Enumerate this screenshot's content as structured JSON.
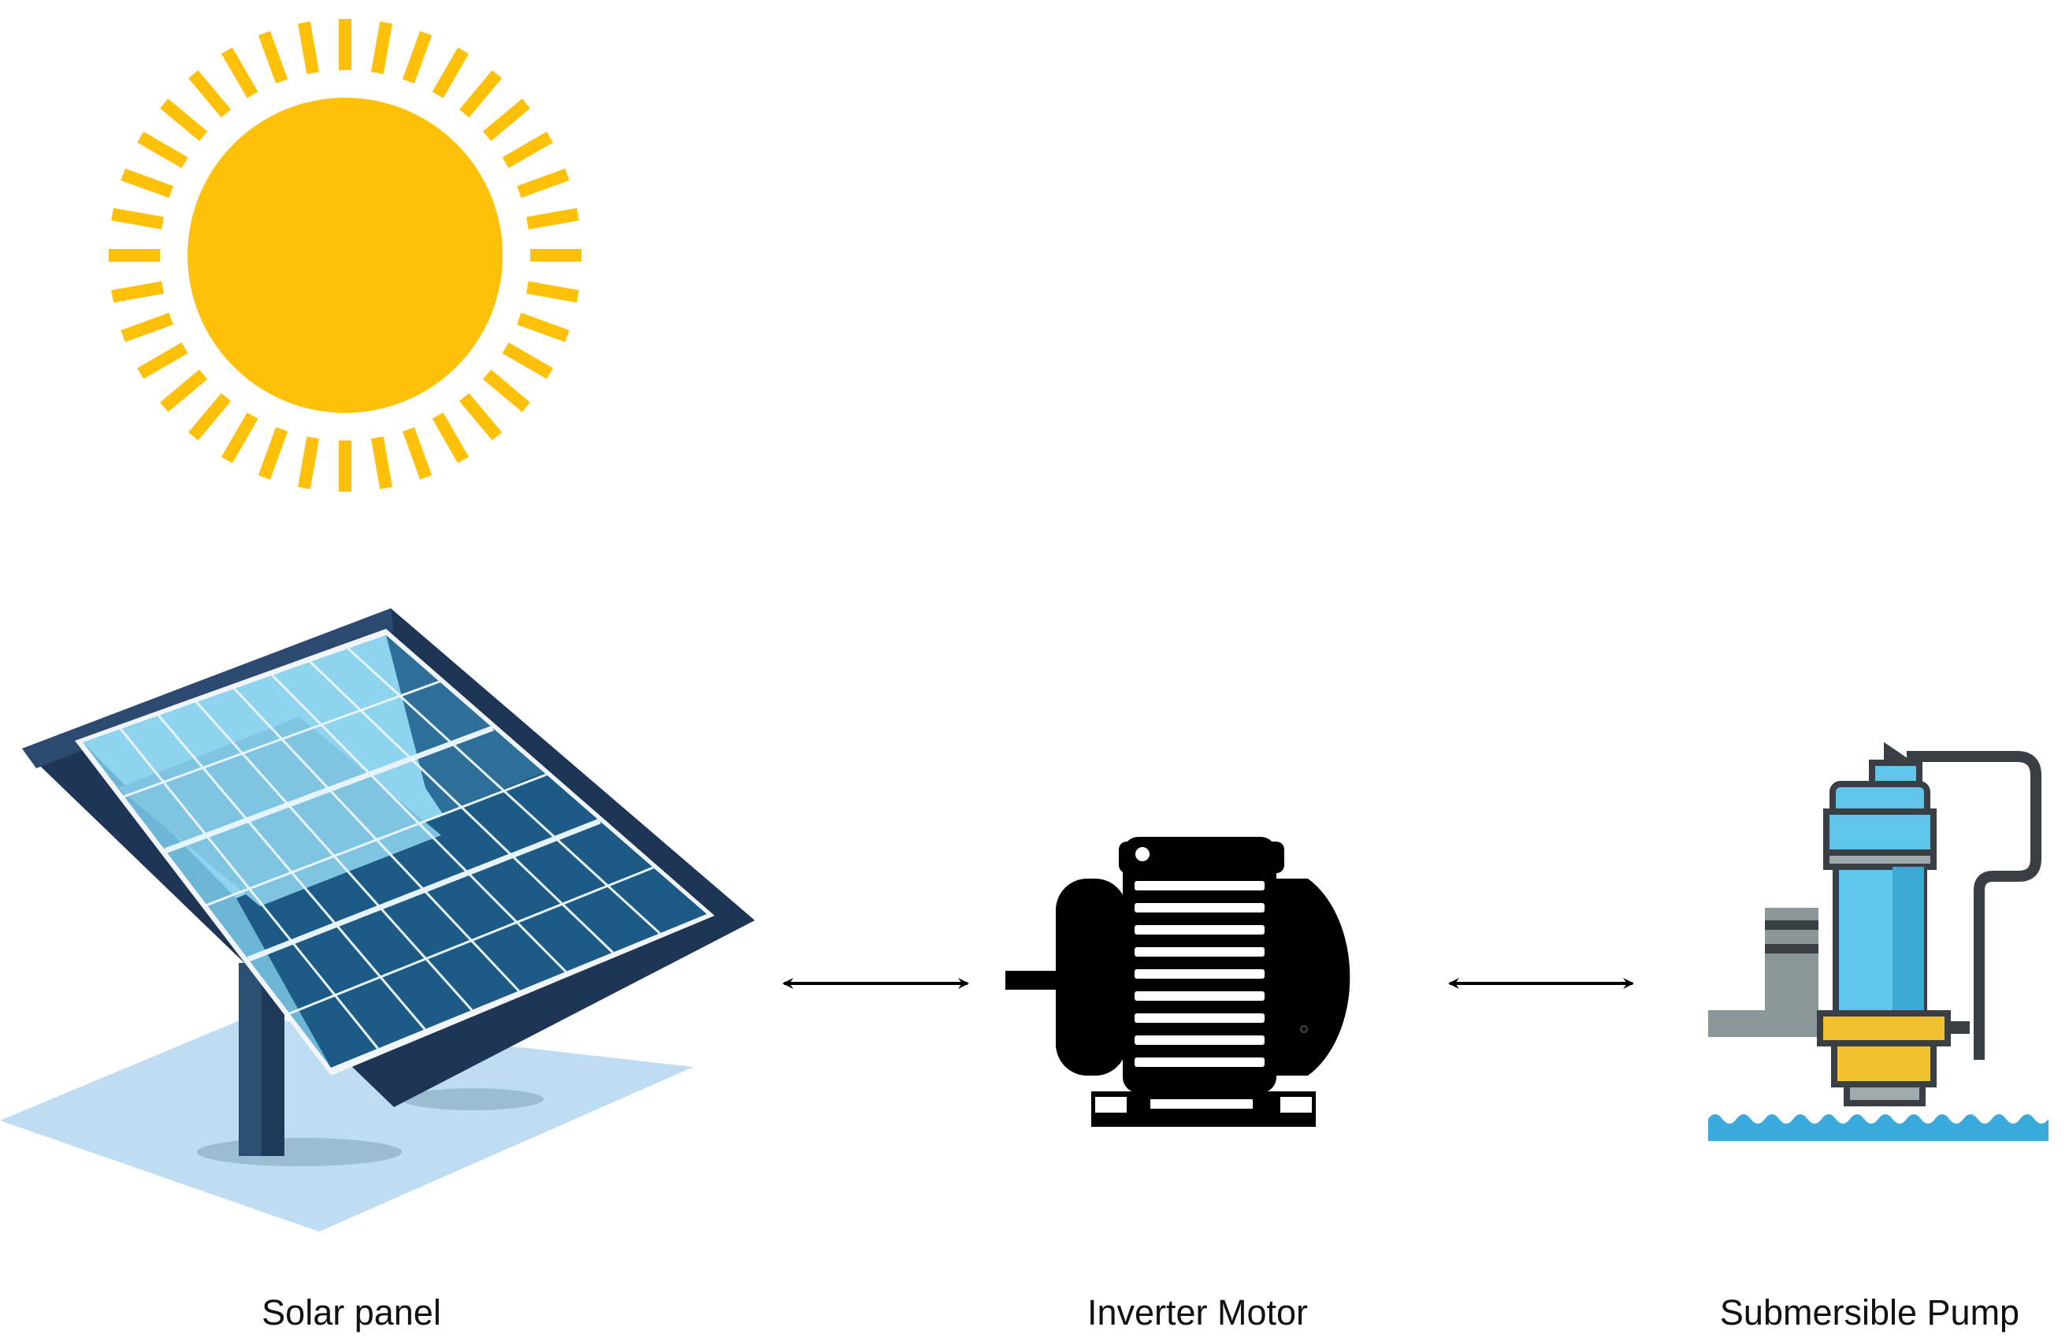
{
  "labels": {
    "solar_panel": "Solar panel",
    "inverter_motor": "Inverter Motor",
    "submersible_pump": "Submersible Pump"
  },
  "icons": {
    "sun": "sun-icon",
    "solar_panel": "solar-panel-icon",
    "motor": "motor-icon",
    "pump": "submersible-pump-icon"
  },
  "colors": {
    "sun": "#FFC107",
    "panel_frame": "#1F3556",
    "panel_cell_light": "#8ED4EE",
    "panel_cell_dark": "#1E5A86",
    "ground_shadow": "#BFDDF2",
    "motor_body": "#000000",
    "pump_body": "#5FC6EA",
    "pump_band": "#F2C12E",
    "pump_gray": "#8A9699",
    "water": "#3AAADD",
    "arrow": "#000000"
  }
}
